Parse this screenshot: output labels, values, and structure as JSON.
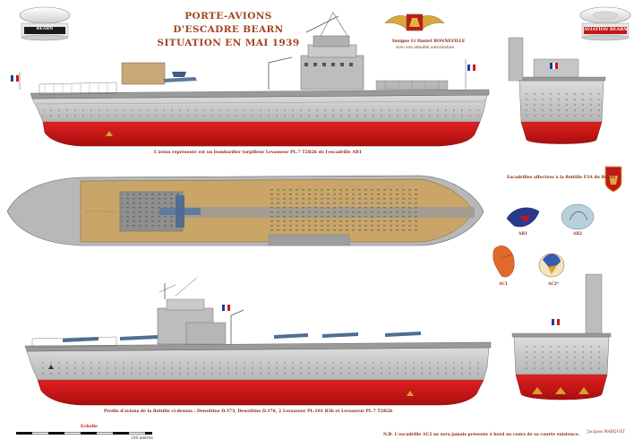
{
  "title": {
    "line1": "PORTE-AVIONS",
    "line2": "D'ESCADRE BEARN",
    "line3": "SITUATION EN MAI 1939"
  },
  "badges": {
    "left": "BEARN",
    "right": "AVIATION BEARN"
  },
  "dedication": {
    "line1": "Insigne Lt Daniel BONNEFILLE",
    "line2": "avec son aimable autorisation"
  },
  "captions": {
    "profile_top": "L'avion représenté est un bombardier torpilleur Levasseur PL.7 T2B2b de l'escadrille AB1",
    "squadrons": "Escadrilles affectées à la flottille F3A du Béarn",
    "profile_bottom": "Profils d'avions de la flottille ci-dessus : Dewoitine D.373, Dewoitine D.376, 2 Levasseur PL.101 R3b et Levasseur PL.7 T2B2b",
    "scale_label": "Echelle",
    "scale_value": "100 mètres",
    "note": "N.B. L'escadrille AC2 ne sera jamais présente à bord au cours de sa courte existence.",
    "author": "Jacques MARQUET"
  },
  "squadron_insignia": [
    {
      "label": "AB1"
    },
    {
      "label": "AB2"
    },
    {
      "label": "AC1"
    },
    {
      "label": "AC2*"
    }
  ],
  "colors": {
    "hull_grey": "#c8c8c8",
    "hull_red": "#d01818",
    "deck_tan": "#c9a568",
    "deck_grey": "#8f8f8f",
    "title_brown": "#a0451f"
  }
}
